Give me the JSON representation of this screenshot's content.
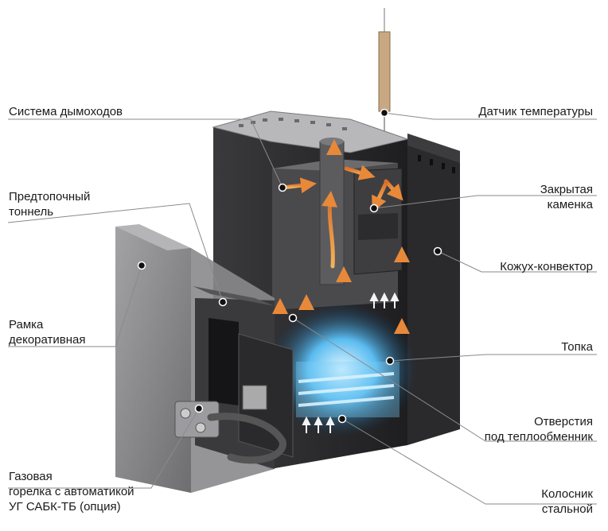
{
  "labels": {
    "chimney_system": "Система дымоходов",
    "temperature_sensor": "Датчик  температуры",
    "pre_furnace_tunnel": [
      "Предтопочный",
      "тоннель"
    ],
    "closed_heater": [
      "Закрытая",
      "каменка"
    ],
    "convector_casing": "Кожух-конвектор",
    "decorative_frame": [
      "Рамка",
      "декоративная"
    ],
    "firebox": "Топка",
    "heat_exchanger_holes": [
      "Отверстия",
      "под теплообменник"
    ],
    "gas_burner": [
      "Газовая",
      "горелка с автоматикой",
      "УГ САБК-ТБ (опция)"
    ],
    "steel_grate": [
      "Колосник",
      "стальной"
    ]
  },
  "colors": {
    "casing": "#2b2b2d",
    "inner_steel": "#5a5a5c",
    "frame": "#8c8c8e",
    "flame_arrow": "#e8893a",
    "cold_air_arrow": "#f4f4f4",
    "flame_glow": "#5bbcf0",
    "leader": "#888888"
  }
}
